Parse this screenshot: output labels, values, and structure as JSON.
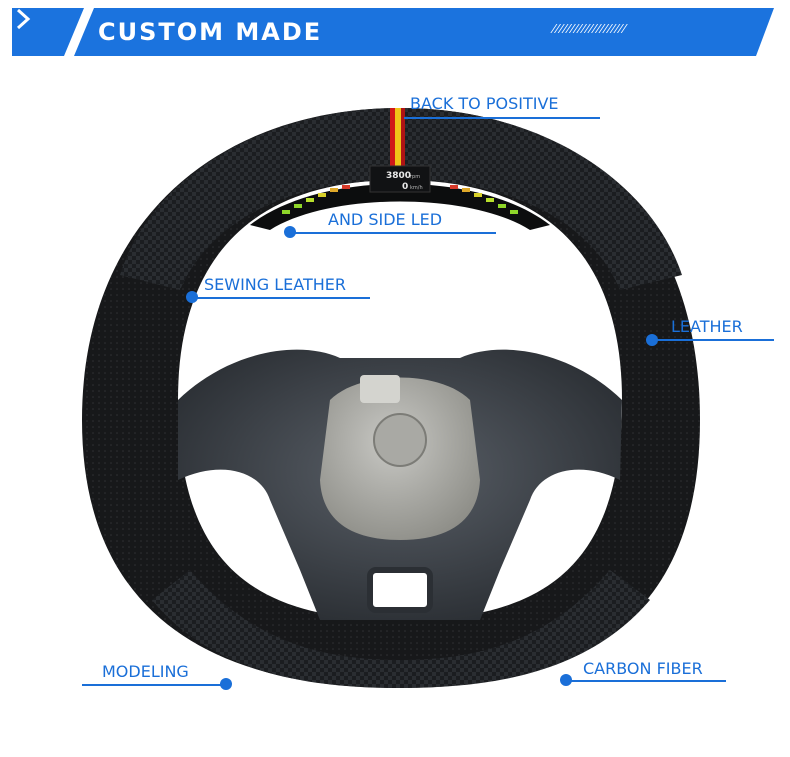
{
  "banner": {
    "title": "CUSTOM MADE",
    "decoration": "////////////////////",
    "accent_color": "#1b73de"
  },
  "callouts": {
    "back_to_positive": "BACK TO POSITIVE",
    "side_led": "AND SIDE LED",
    "sewing_leather": "SEWING LEATHER",
    "leather": "LEATHER",
    "modeling": "MODELING",
    "carbon_fiber": "CARBON FIBER"
  },
  "display": {
    "rpm_value": "3800",
    "rpm_unit": "rpm",
    "speed_value": "0",
    "speed_unit": "km/h"
  },
  "colors": {
    "callout_blue": "#1a6fd8",
    "stripe_red": "#d01818",
    "stripe_yellow": "#f0c418"
  }
}
